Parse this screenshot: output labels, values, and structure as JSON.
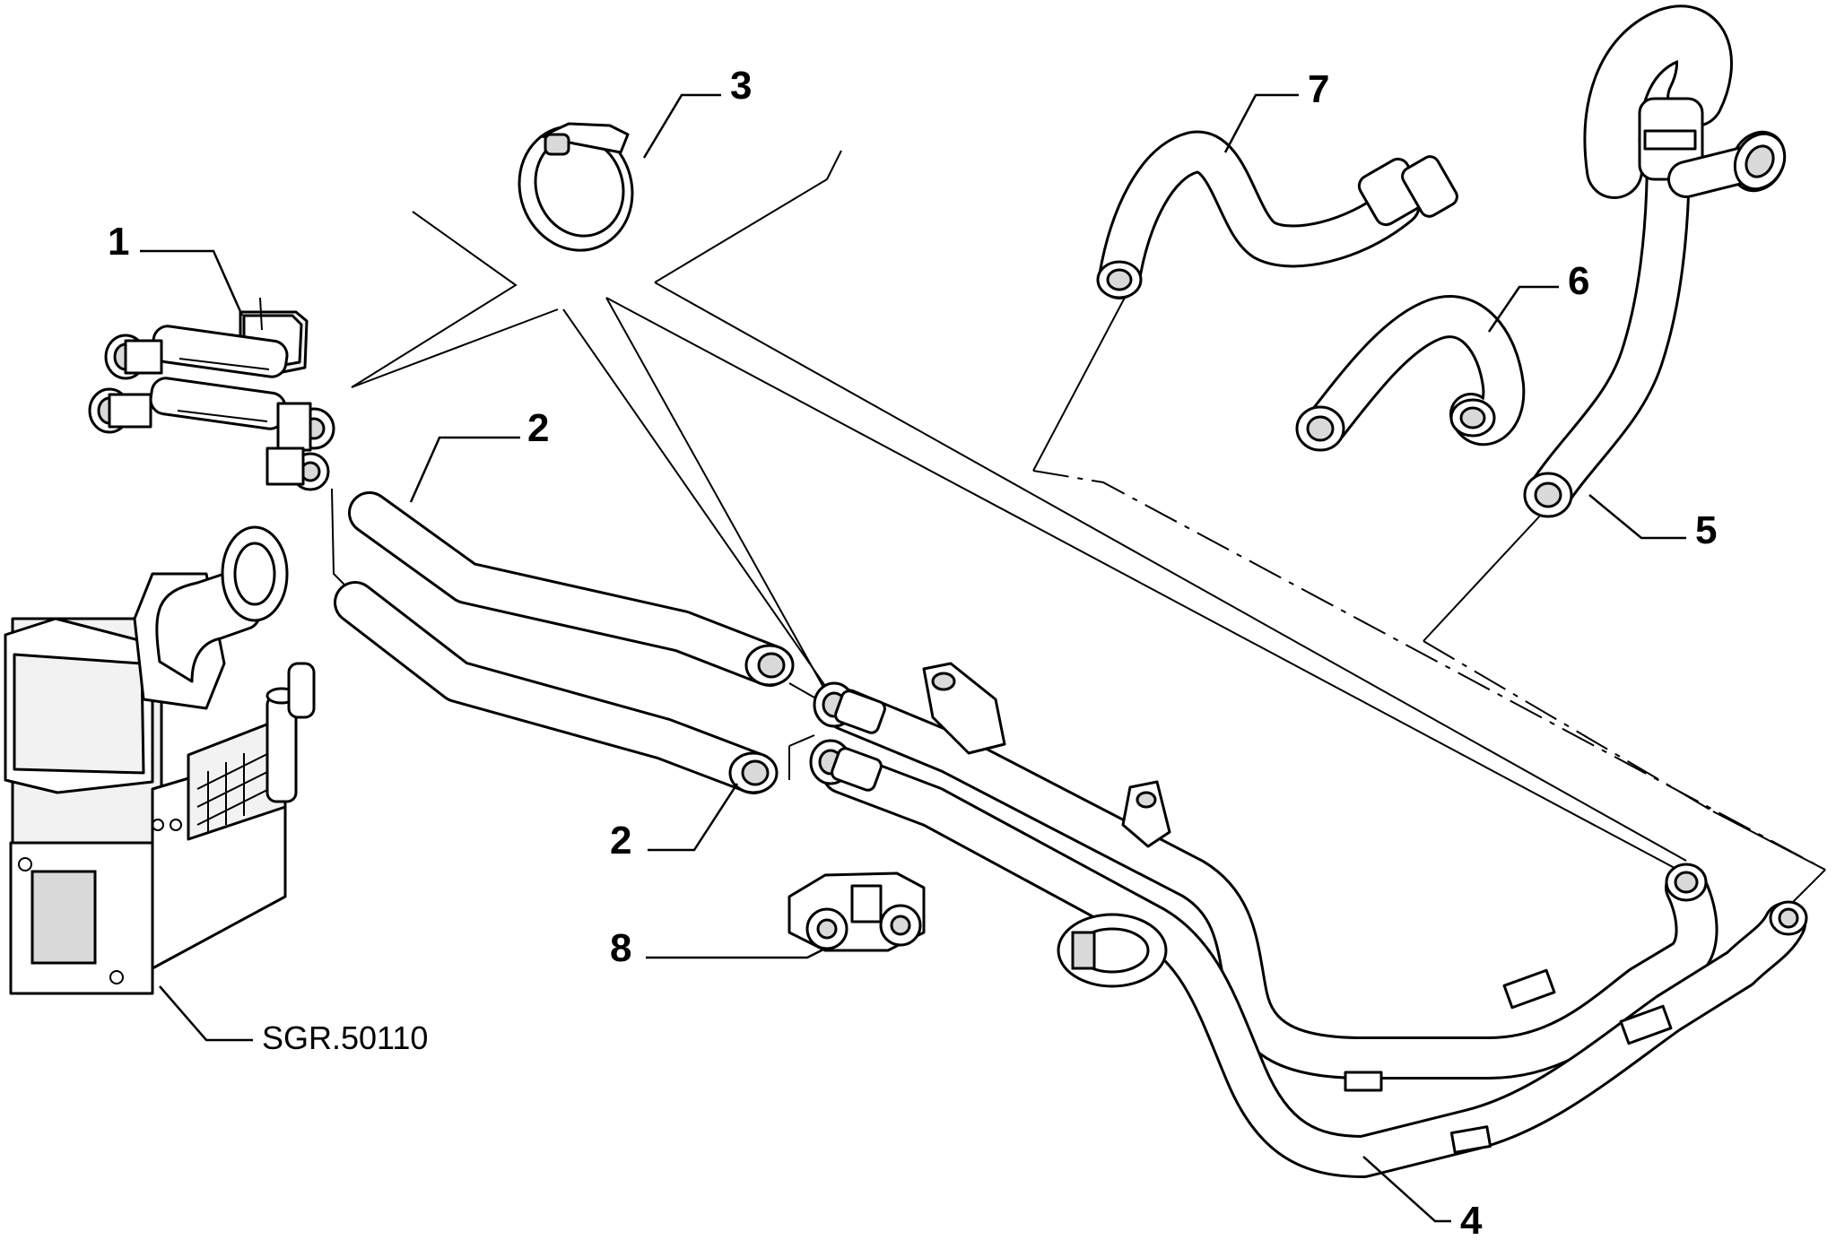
{
  "diagram": {
    "reference_code": "SGR.50110",
    "callouts": [
      {
        "id": "1",
        "label": "1"
      },
      {
        "id": "2a",
        "label": "2"
      },
      {
        "id": "2b",
        "label": "2"
      },
      {
        "id": "3",
        "label": "3"
      },
      {
        "id": "4",
        "label": "4"
      },
      {
        "id": "5",
        "label": "5"
      },
      {
        "id": "6",
        "label": "6"
      },
      {
        "id": "7",
        "label": "7"
      },
      {
        "id": "8",
        "label": "8"
      }
    ]
  }
}
